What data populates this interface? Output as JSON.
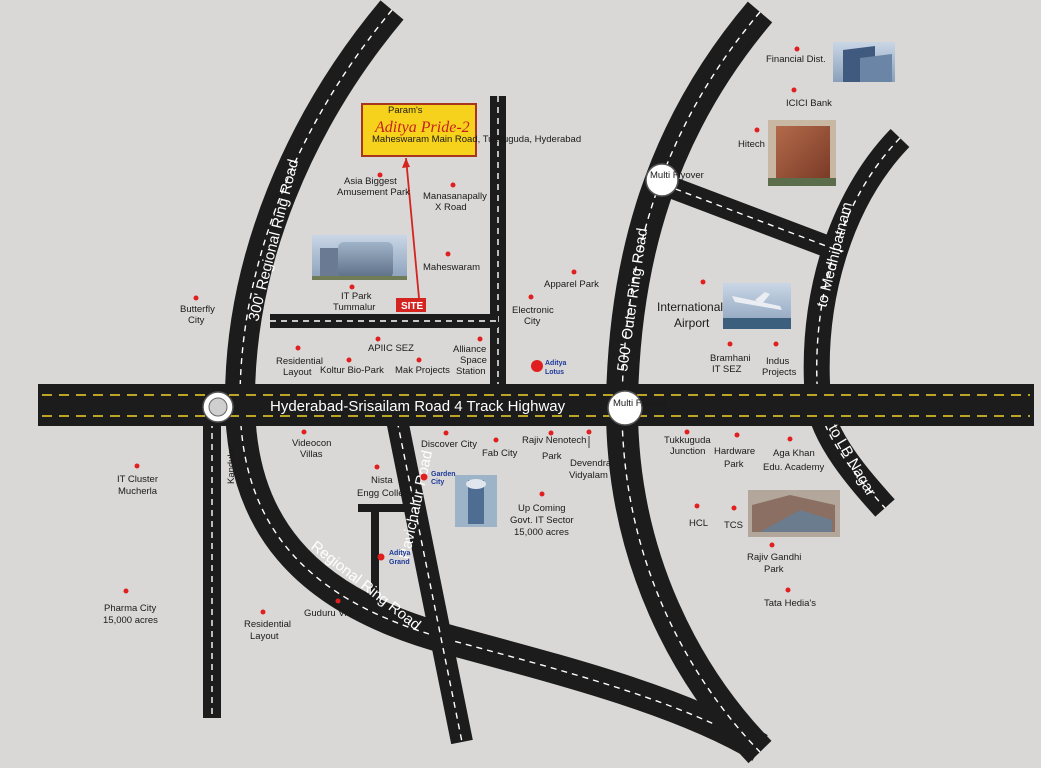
{
  "roads": {
    "highway": "Hyderabad-Srisailam Road 4 Track Highway",
    "regional_ring_300": "300' Regional Ring Road",
    "outer_ring_500": "500' Outer Ring Road",
    "medhipatnam": "to Medhipatnam",
    "lb_nagar": "to LB Nagar",
    "regional_ring_bottom": "Regional Ring Road",
    "ravichalur": "Ravichalur Road",
    "kandukur": "Kandukur"
  },
  "flyovers": {
    "top": "Multi Flyover",
    "highway": "Multi Flyover"
  },
  "project": {
    "brand": "Param's",
    "name": "Aditya Pride-2",
    "address": "Maheswaram Main Road, Tukkuguda, Hyderabad",
    "site_marker": "SITE"
  },
  "places": {
    "asia_park": [
      "Asia Biggest",
      "Amusement Park"
    ],
    "manasanapally": [
      "Manasanapally",
      "X Road"
    ],
    "maheswaram": "Maheswaram",
    "it_park": [
      "IT Park",
      "Tummalur"
    ],
    "butterfly": [
      "Butterfly",
      "City"
    ],
    "residential_layout_n": [
      "Residential",
      "Layout"
    ],
    "apiic": "APIIC SEZ",
    "koltur": "Koltur Bio-Park",
    "mak": "Mak Projects",
    "alliance": [
      "Alliance",
      "Space",
      "Station"
    ],
    "apparel": "Apparel Park",
    "electronic": [
      "Electronic",
      "City"
    ],
    "aditya_lotus": [
      "Aditya",
      "Lotus"
    ],
    "financial": "Financial Dist.",
    "icici": "ICICI Bank",
    "hitech": "Hitech",
    "airport": [
      "International",
      "Airport"
    ],
    "bramhani": [
      "Bramhani",
      "IT SEZ"
    ],
    "indus": [
      "Indus",
      "Projects"
    ],
    "videocon": [
      "Videocon",
      "Villas"
    ],
    "discover": "Discover City",
    "fab": "Fab City",
    "nenotech": [
      "Rajiv Nenotech",
      "Park"
    ],
    "devendra": [
      "Devendra",
      "Vidyalam"
    ],
    "tukkuguda": [
      "Tukkuguda",
      "Junction"
    ],
    "hardware": [
      "Hardware",
      "Park"
    ],
    "agakhan": [
      "Aga Khan",
      "Edu. Academy"
    ],
    "it_cluster": [
      "IT Cluster",
      "Mucherla"
    ],
    "nista": [
      "Nista",
      "Engg College"
    ],
    "garden": [
      "Garden",
      "City"
    ],
    "upcoming": [
      "Up Coming",
      "Govt. IT Sector",
      "15,000 acres"
    ],
    "hcl": "HCL",
    "tcs": "TCS",
    "rajiv_gandhi": [
      "Rajiv Gandhi",
      "Park"
    ],
    "aditya_grand": [
      "Aditya",
      "Grand"
    ],
    "pharma": [
      "Pharma City",
      "15,000 acres"
    ],
    "residential_layout_s": [
      "Residential",
      "Layout"
    ],
    "guduru": "Guduru Village",
    "tata": "Tata Hedia's"
  },
  "colors": {
    "background": "#d9d8d6",
    "road": "#1c1c1c",
    "poi_dot": "#e0201f",
    "project_box": "#f6d21c",
    "project_text": "#c8201e",
    "site_box": "#d4241f",
    "blue_label": "#1d3a9a"
  }
}
